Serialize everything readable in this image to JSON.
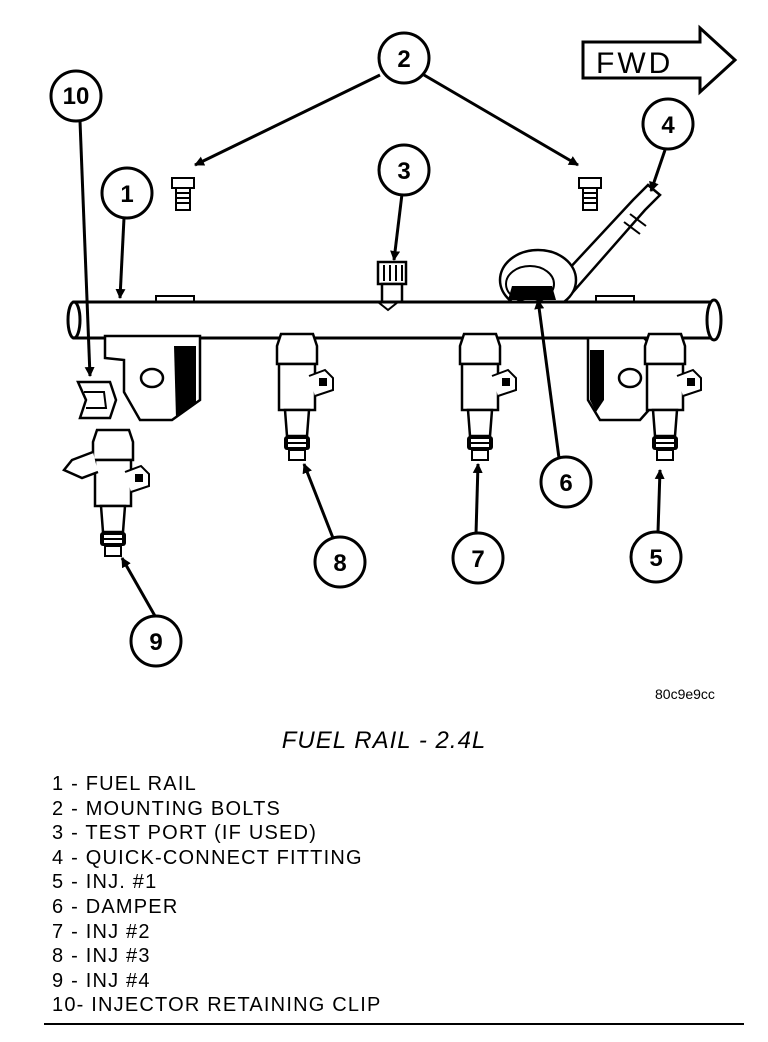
{
  "figure": {
    "code": "80c9e9cc",
    "title": "FUEL RAIL - 2.4L",
    "direction_label": "FWD"
  },
  "callouts": [
    "1",
    "2",
    "3",
    "4",
    "5",
    "6",
    "7",
    "8",
    "9",
    "10"
  ],
  "legend": [
    "1 - FUEL RAIL",
    "2 - MOUNTING BOLTS",
    "3 - TEST PORT (IF USED)",
    "4 - QUICK-CONNECT FITTING",
    "5 - INJ. #1",
    "6 - DAMPER",
    "7 - INJ #2",
    "8 - INJ #3",
    "9 - INJ #4",
    "10- INJECTOR RETAINING CLIP"
  ]
}
